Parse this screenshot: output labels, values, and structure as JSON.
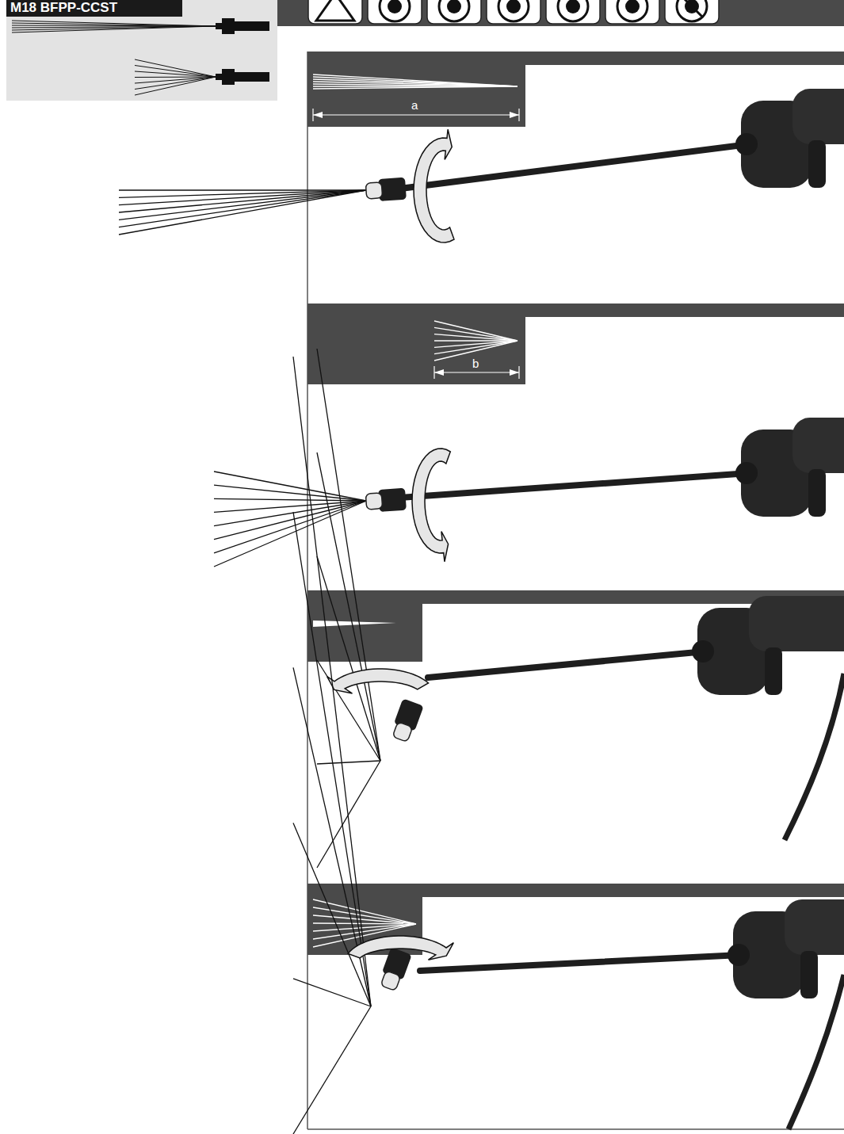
{
  "diagram": {
    "labels": [
      "M18 BFPP-CCST",
      "a",
      "b"
    ]
  }
}
